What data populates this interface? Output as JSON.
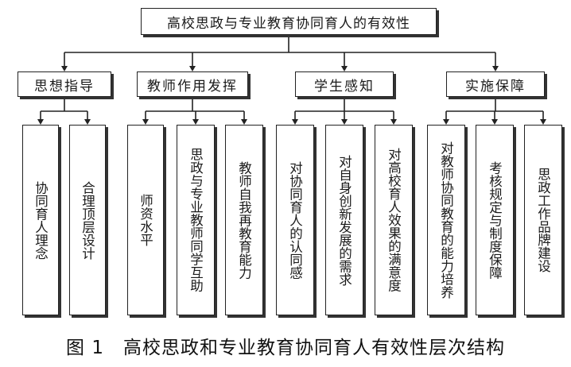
{
  "root": {
    "label": "高校思政与专业教育协同育人的有效性"
  },
  "categories": [
    {
      "label": "思想指导"
    },
    {
      "label": "教师作用发挥"
    },
    {
      "label": "学生感知"
    },
    {
      "label": "实施保障"
    }
  ],
  "leaves": [
    {
      "label": "协同育人理念"
    },
    {
      "label": "合理顶层设计"
    },
    {
      "label": "师资水平"
    },
    {
      "label": "思政与专业教师同学互助"
    },
    {
      "label": "教师自我再教育能力"
    },
    {
      "label": "对协同育人的认同感"
    },
    {
      "label": "对自身创新发展的需求"
    },
    {
      "label": "对高校育人效果的满意度"
    },
    {
      "label": "对教师协同教育的能力培养"
    },
    {
      "label": "考核规定与制度保障"
    },
    {
      "label": "思政工作品牌建设"
    }
  ],
  "caption": {
    "label": "图 1　高校思政和专业教育协同育人有效性层次结构"
  }
}
